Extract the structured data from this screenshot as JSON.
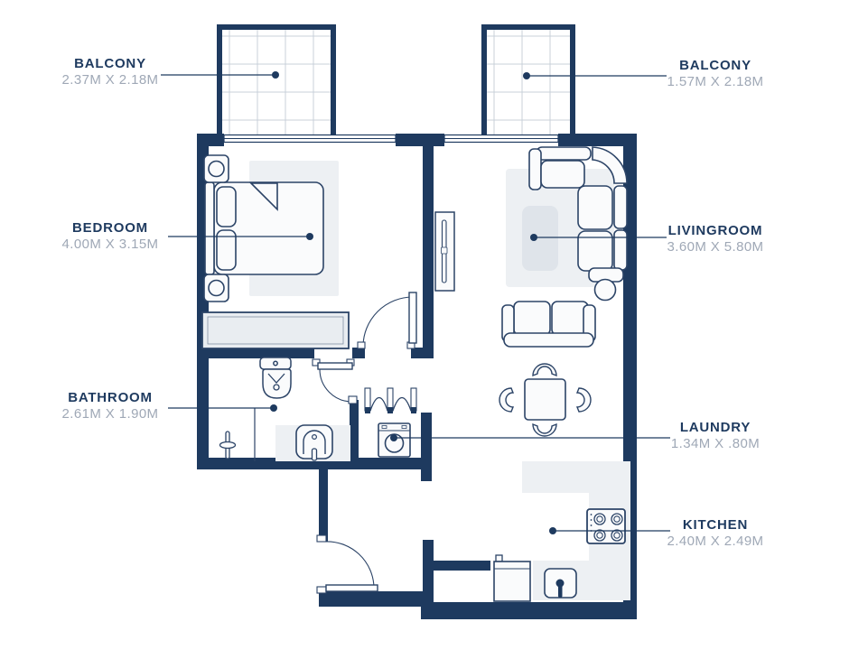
{
  "plan": {
    "rooms": [
      {
        "id": "balcony-left",
        "name": "BALCONY",
        "dims": "2.37M X 2.18M"
      },
      {
        "id": "bedroom",
        "name": "BEDROOM",
        "dims": "4.00M X 3.15M"
      },
      {
        "id": "bathroom",
        "name": "BATHROOM",
        "dims": "2.61M X 1.90M"
      },
      {
        "id": "balcony-right",
        "name": "BALCONY",
        "dims": "1.57M X 2.18M"
      },
      {
        "id": "livingroom",
        "name": "LIVINGROOM",
        "dims": "3.60M X 5.80M"
      },
      {
        "id": "laundry",
        "name": "LAUNDRY",
        "dims": "1.34M X .80M"
      },
      {
        "id": "kitchen",
        "name": "KITCHEN",
        "dims": "2.40M X 2.49M"
      }
    ],
    "colors": {
      "wall": "#1e3a5f",
      "furniture_stroke": "#2c4467",
      "light_fill": "#edf0f3",
      "coffee_table_fill": "#dfe4ea",
      "tile_grid": "#c9d1da",
      "label_title": "#1e3a5f",
      "label_dims": "#9fa8b6",
      "background": "#ffffff"
    }
  }
}
